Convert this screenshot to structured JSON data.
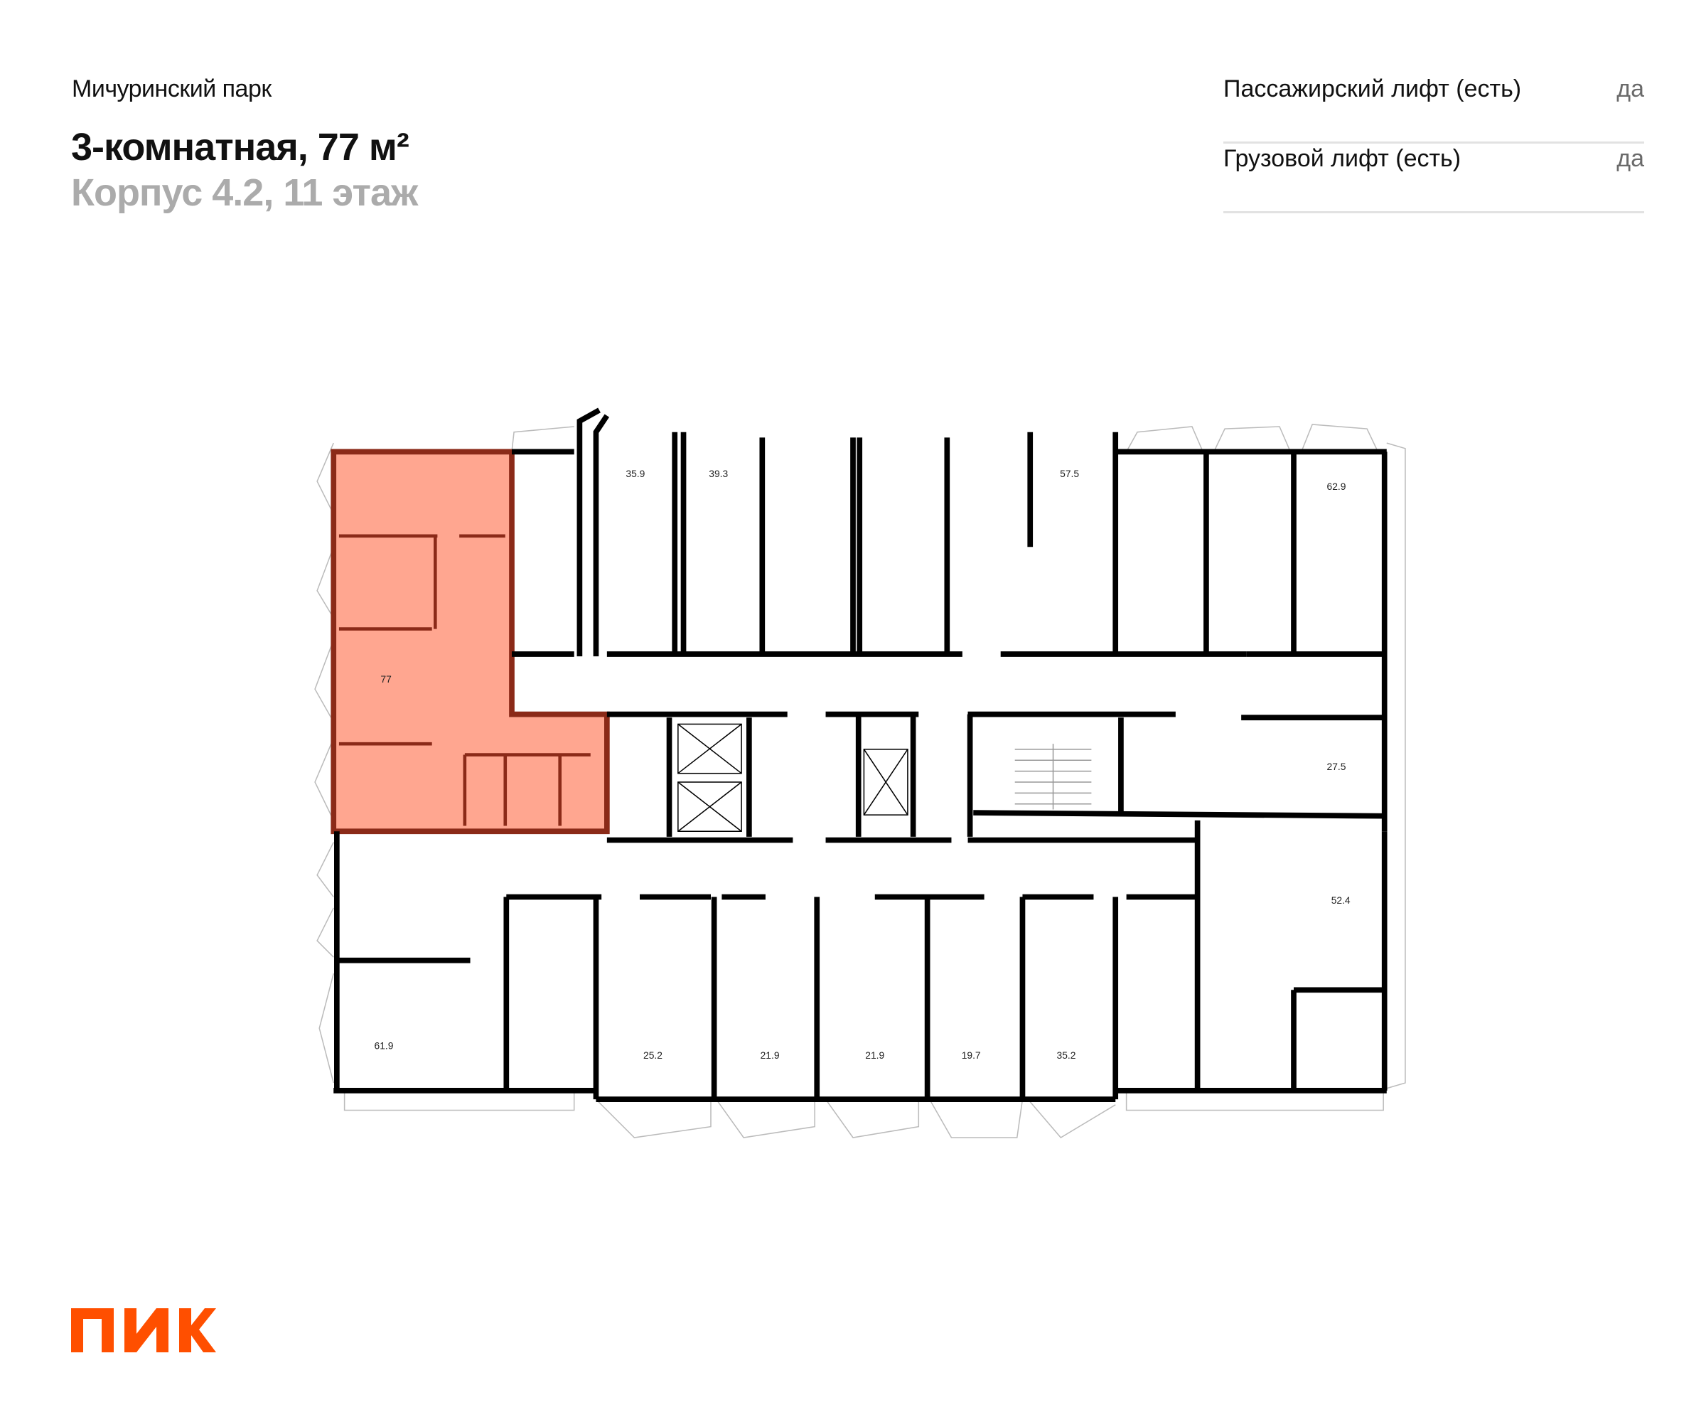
{
  "header": {
    "project": "Мичуринский парк",
    "title": "3-комнатная, 77 м²",
    "subtitle": "Корпус 4.2, 11 этаж"
  },
  "features": [
    {
      "label": "Пассажирский лифт (есть)",
      "value": "да"
    },
    {
      "label": "Грузовой лифт (есть)",
      "value": "да"
    }
  ],
  "plan": {
    "selected_apartment": {
      "area": "77",
      "highlight_color": "#FFA690",
      "border_color": "#8B2A18"
    },
    "areas": [
      "35.9",
      "39.3",
      "57.5",
      "62.9",
      "77",
      "27.5",
      "52.4",
      "61.9",
      "25.2",
      "21.9",
      "21.9",
      "19.7",
      "35.2"
    ]
  },
  "logo": {
    "text": "ПИК",
    "color": "#FF4F00"
  }
}
